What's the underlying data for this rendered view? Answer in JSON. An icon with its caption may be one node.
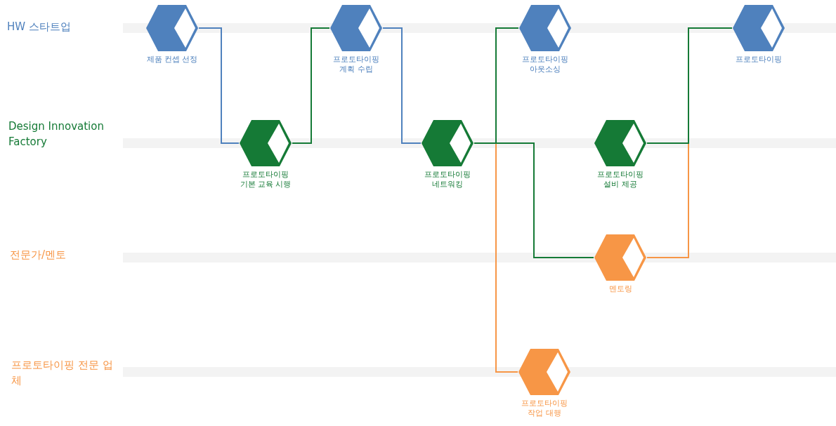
{
  "diagram": {
    "nodes": [
      {
        "text": [
          "제품 컨셉 선정"
        ]
      },
      {
        "text": [
          "프로토타이핑 기본 교육 시행"
        ]
      },
      {
        "text": [
          "프로토타이핑 계획 수립"
        ]
      },
      {
        "text": [
          "프로토타이핑 네트워킹"
        ]
      },
      {
        "text": [
          "프로토타이핑 아웃소싱"
        ]
      },
      {
        "text": [
          "프로토타이핑 설비 제공"
        ]
      },
      {
        "text": [
          "프로토타이핑"
        ]
      },
      {
        "text": [
          "멘토링"
        ]
      },
      {
        "text": [
          "프로토타이핑 작업 대행"
        ]
      }
    ],
    "edges": [
      {
        "from": 0,
        "to": 1,
        "arrow": "none",
        "color": "#4f81bd"
      },
      {
        "from": 1,
        "to": 2,
        "arrow": "none"
      },
      {
        "from": 2,
        "to": 3,
        "arrow": "none",
        "color": "#4f81bd"
      },
      {
        "from": 3,
        "to": 4,
        "arrow": "none"
      },
      {
        "from": 3,
        "to": 7,
        "arrow": "none"
      },
      {
        "from": 3,
        "to": 8,
        "arrow": "none",
        "color": "#f79646"
      },
      {
        "from": 5,
        "to": 6,
        "arrow": "none"
      },
      {
        "from": 7,
        "to": 6,
        "arrow": "none",
        "color": "#f79646"
      }
    ],
    "labels": [
      "HW 스타트업",
      "Design Innovation Factory",
      "전문가/멘토",
      "프로토타이핑 전문 업체"
    ]
  }
}
